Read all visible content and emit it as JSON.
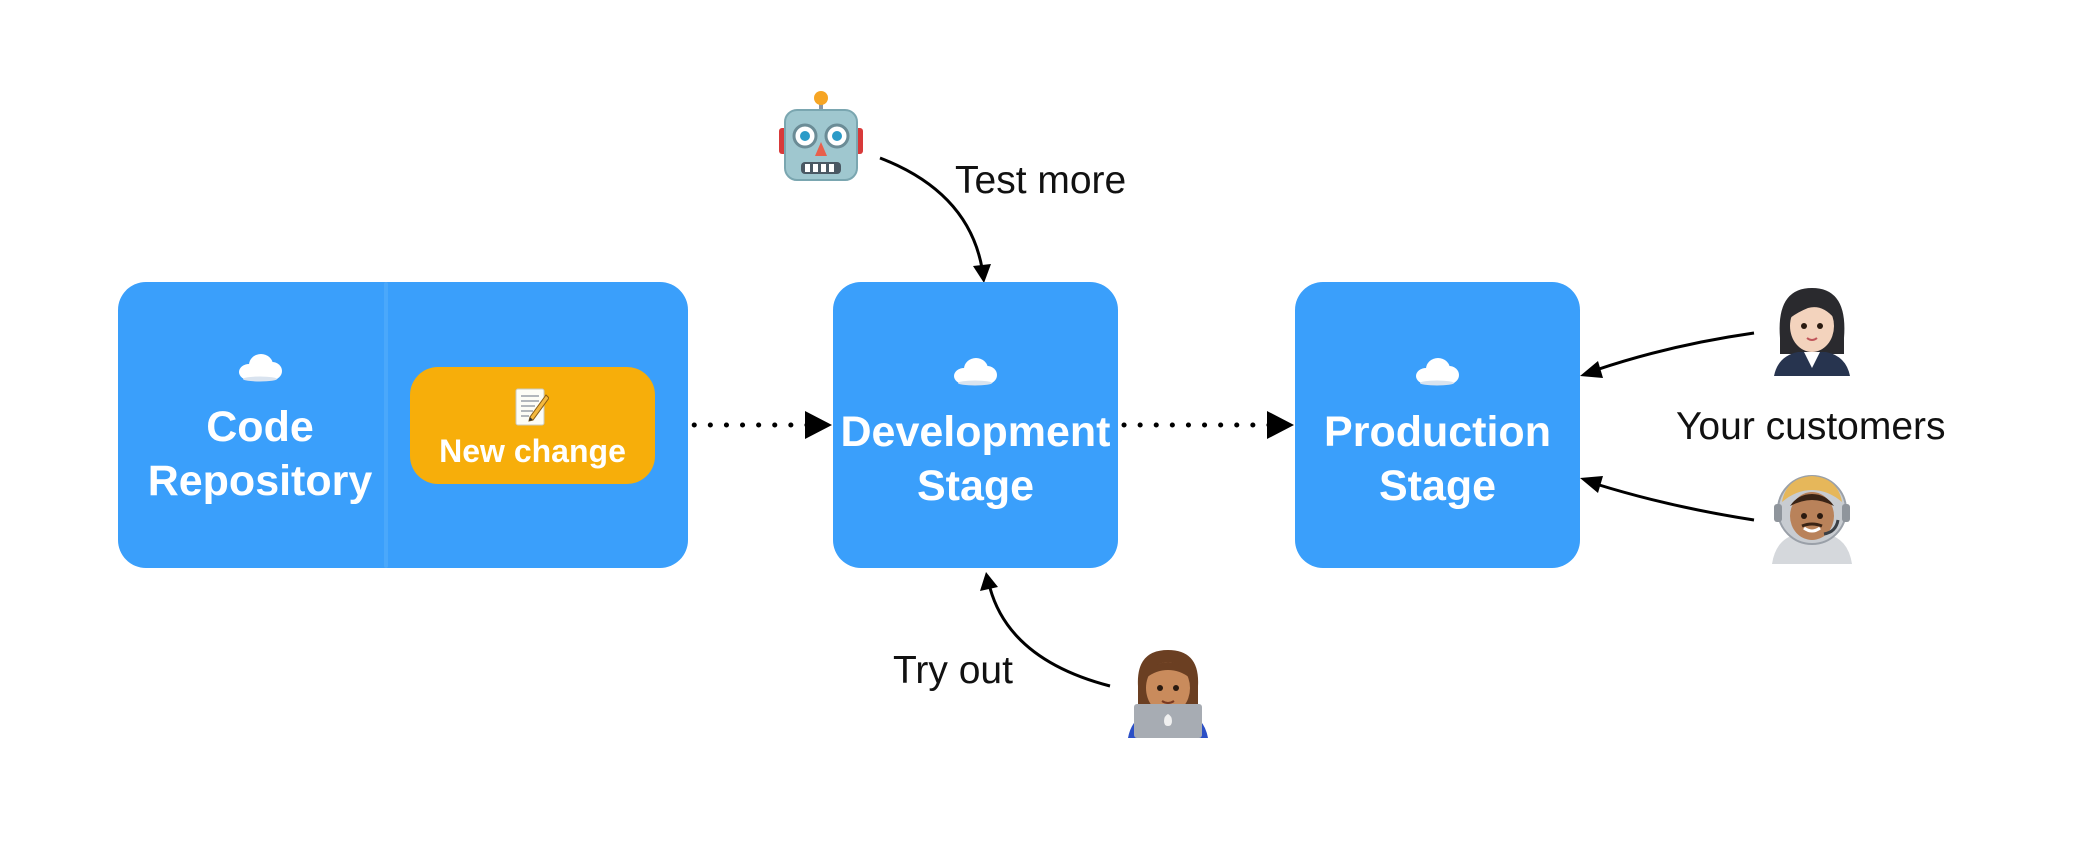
{
  "stages": {
    "repository": {
      "label": "Code\nRepository",
      "icon": "cloud-icon"
    },
    "development": {
      "label": "Development\nStage",
      "icon": "cloud-icon"
    },
    "production": {
      "label": "Production\nStage",
      "icon": "cloud-icon"
    }
  },
  "change": {
    "label": "New change",
    "icon": "memo-icon"
  },
  "captions": {
    "test_more": "Test more",
    "try_out": "Try out",
    "customers": "Your customers"
  },
  "actors": {
    "robot": "robot-icon",
    "developer": "developer-with-laptop-icon",
    "customer_a": "businesswoman-icon",
    "customer_b": "astronaut-icon"
  },
  "colors": {
    "stage_fill": "#3a9ffb",
    "change_fill": "#f7ae0a",
    "text_on_stage": "#ffffff",
    "arrow": "#000000"
  }
}
